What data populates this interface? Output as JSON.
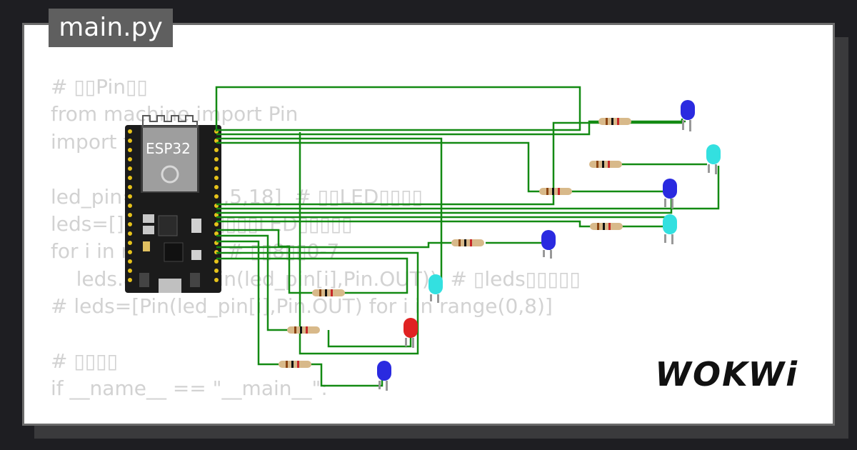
{
  "file_tab": {
    "label": "main.py"
  },
  "code_lines": [
    "# ▯▯Pin▯▯",
    "from machine import Pin",
    "import time",
    "",
    "led_pin=[4,16,17,5,18]  # ▯▯LED▯▯▯▯",
    "leds=[]  # ▯▯▯s▯▯▯▯▯LED▯▯▯▯▯",
    "for i in range(8):  # ▯▯8▯▯0-7",
    "    leds.append(Pin(led_pin[i],Pin.OUT))  # ▯leds▯▯▯▯▯",
    "# leds=[Pin(led_pin[i],Pin.OUT) for i in range(0,8)]",
    "",
    "# ▯▯▯▯",
    "if __name__ == \"__main__\":"
  ],
  "board": {
    "label": "ESP32",
    "color": "#1b1b1b"
  },
  "wire_color": "#138a13",
  "led_colors": {
    "blue": "#2a2ae0",
    "cyan": "#33e0e0",
    "red": "#e02222"
  },
  "logo": {
    "text": "WOKWi"
  }
}
